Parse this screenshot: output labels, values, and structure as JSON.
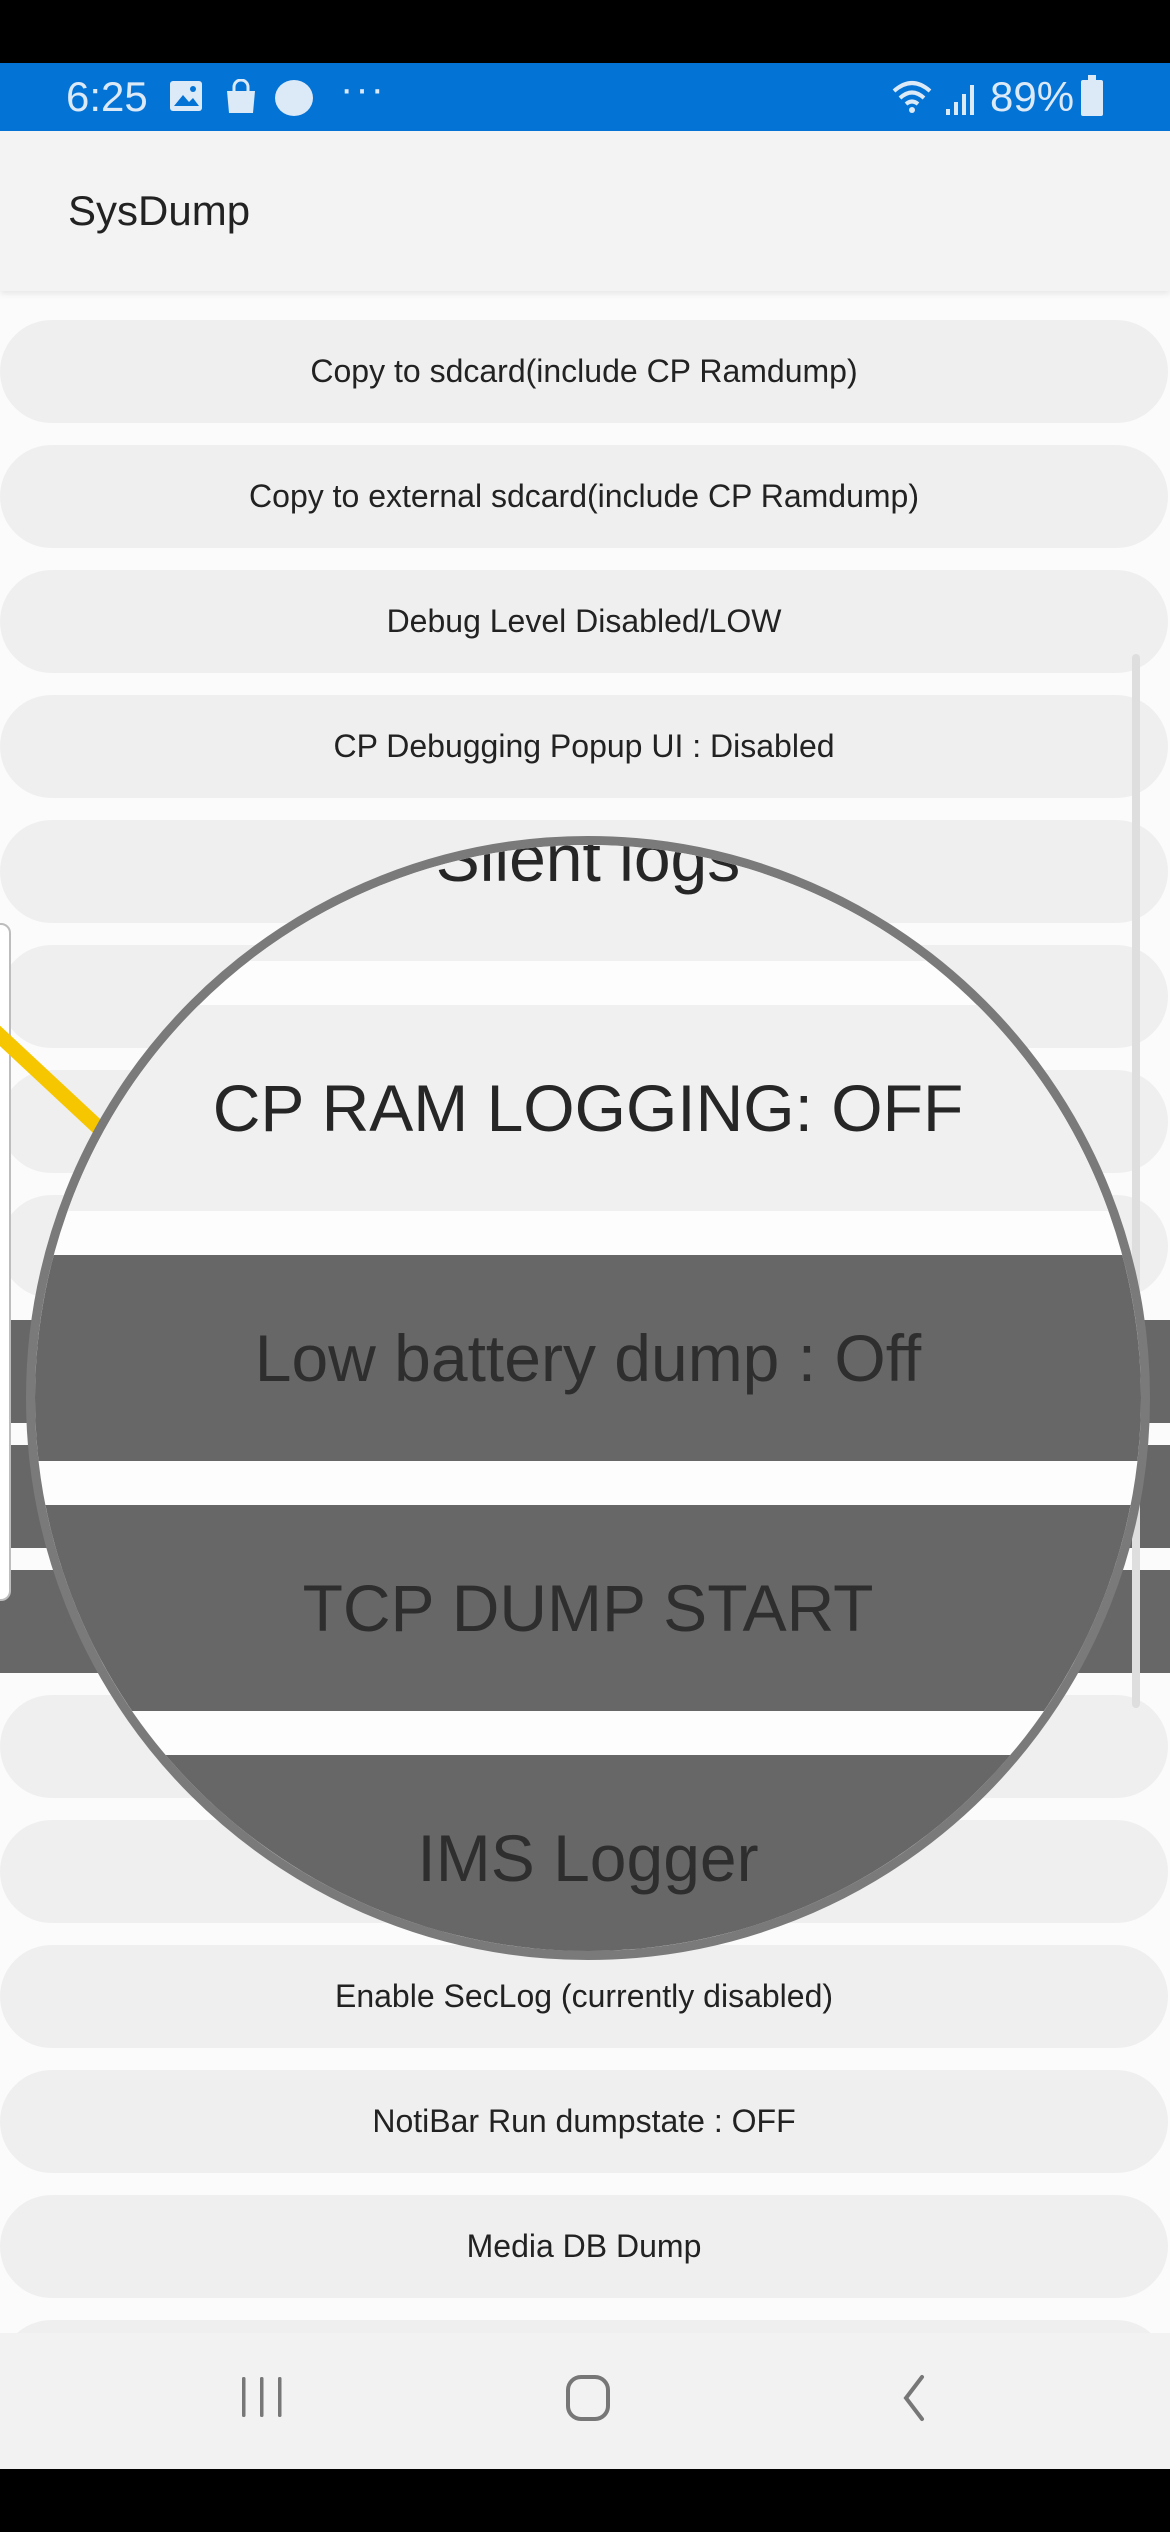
{
  "status_bar": {
    "time": "6:25",
    "notification_icons": [
      "gallery-icon",
      "shopping-bag-icon",
      "app-circle-icon"
    ],
    "more": "···",
    "battery": "89%",
    "color": "#0473d6"
  },
  "app_bar": {
    "title": "SysDump"
  },
  "buttons": [
    {
      "label": "Copy to sdcard(include CP Ramdump)"
    },
    {
      "label": "Copy to external sdcard(include CP Ramdump)"
    },
    {
      "label": "Debug Level Disabled/LOW"
    },
    {
      "label": "CP Debugging Popup UI : Disabled"
    },
    {
      "label": ""
    },
    {
      "label": ""
    },
    {
      "label": "Silent logs"
    },
    {
      "label": "CP RAM LOGGING: OFF"
    },
    {
      "label": "Low battery dump : Off"
    },
    {
      "label": "TCP DUMP START"
    },
    {
      "label": "IMS Logger"
    },
    {
      "label": ""
    },
    {
      "label": ""
    },
    {
      "label": "Enable SecLog (currently disabled)"
    },
    {
      "label": "NotiBar Run dumpstate : OFF"
    },
    {
      "label": "Media DB Dump"
    },
    {
      "label": ""
    }
  ],
  "nav_bar": {
    "recents": "recents-icon",
    "home": "home-icon",
    "back": "back-icon"
  },
  "accent": {
    "highlight_line": "#f6c600",
    "pressed_row": "#676767"
  }
}
